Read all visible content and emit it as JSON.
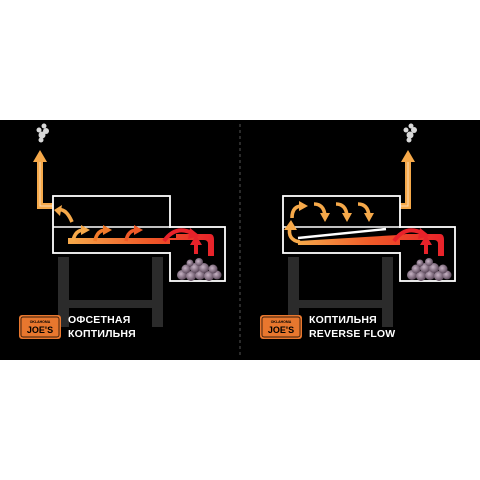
{
  "brand": {
    "logo_top_text": "OKLAHOMA",
    "logo_main_text": "JOE'S",
    "logo_color": "#e8772e"
  },
  "left_panel": {
    "caption_line1": "Офсетная",
    "caption_line2": "коптильня"
  },
  "right_panel": {
    "caption_line1": "Коптильня",
    "caption_line2": "Reverse Flow"
  },
  "colors": {
    "background": "#000000",
    "outline": "#ffffff",
    "heat_hot": "#e8222a",
    "heat_warm": "#f07a2a",
    "heat_cool": "#f6a94a",
    "legs": "#2b2b2b",
    "divider": "#555555"
  },
  "icons": [
    "smoke-icon",
    "coals-icon",
    "heat-flow-arrow-icon",
    "reverse-flow-plate-icon"
  ]
}
